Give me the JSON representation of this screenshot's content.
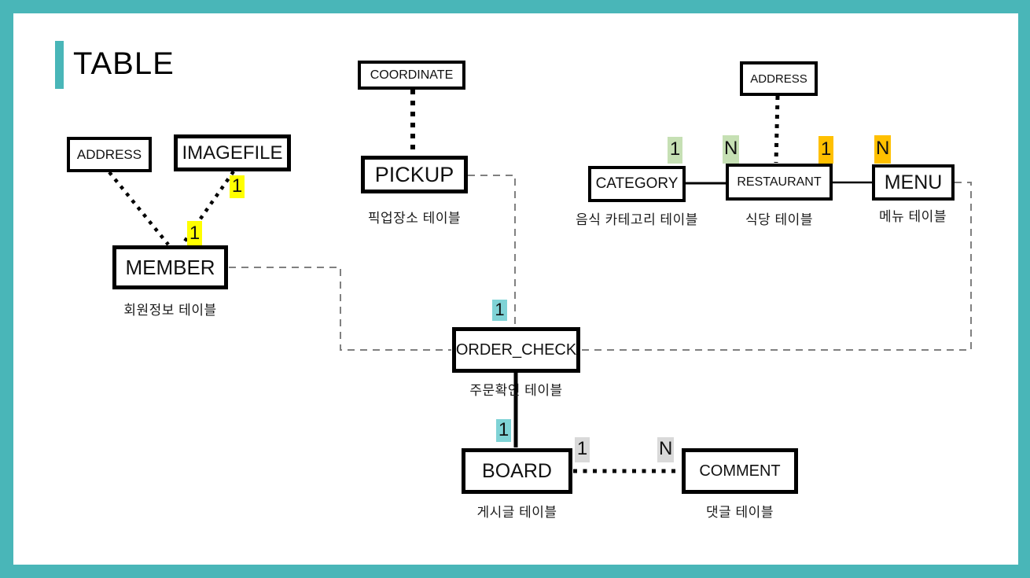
{
  "title": {
    "text": "TABLE"
  },
  "colors": {
    "frame_teal": "#49b6b8",
    "accent_teal": "#49b6b8",
    "highlight_yellow": "#ffff00",
    "highlight_green": "#c6e0b4",
    "highlight_orange": "#ffc000",
    "highlight_teal": "#7fd3d6",
    "highlight_gray": "#d9d9d9",
    "dashed_line_gray": "#808080",
    "line_black": "#000000"
  },
  "tables": [
    {
      "id": "address-member",
      "label": "ADDRESS",
      "caption": ""
    },
    {
      "id": "imagefile",
      "label": "IMAGEFILE",
      "caption": ""
    },
    {
      "id": "member",
      "label": "MEMBER",
      "caption": "회원정보 테이블"
    },
    {
      "id": "coordinate",
      "label": "COORDINATE",
      "caption": ""
    },
    {
      "id": "pickup",
      "label": "PICKUP",
      "caption": "픽업장소 테이블"
    },
    {
      "id": "category",
      "label": "CATEGORY",
      "caption": "음식 카테고리 테이블"
    },
    {
      "id": "restaurant",
      "label": "RESTAURANT",
      "caption": "식당 테이블"
    },
    {
      "id": "address-restaurant",
      "label": "ADDRESS",
      "caption": ""
    },
    {
      "id": "menu",
      "label": "MENU",
      "caption": "메뉴 테이블"
    },
    {
      "id": "order_check",
      "label": "ORDER_CHECK",
      "caption": "주문확인 테이블"
    },
    {
      "id": "board",
      "label": "BOARD",
      "caption": "게시글 테이블"
    },
    {
      "id": "comment",
      "label": "COMMENT",
      "caption": "댓글 테이블"
    }
  ],
  "cardinalities": [
    {
      "text": "1",
      "highlight": "yellow",
      "relation": "imagefile-to-member-upper"
    },
    {
      "text": "1",
      "highlight": "yellow",
      "relation": "imagefile-to-member-lower"
    },
    {
      "text": "1",
      "highlight": "green",
      "relation": "category-side"
    },
    {
      "text": "N",
      "highlight": "green",
      "relation": "restaurant-side-left"
    },
    {
      "text": "1",
      "highlight": "orange",
      "relation": "restaurant-side-right"
    },
    {
      "text": "N",
      "highlight": "orange",
      "relation": "menu-side"
    },
    {
      "text": "1",
      "highlight": "teal",
      "relation": "order-check-top"
    },
    {
      "text": "1",
      "highlight": "teal",
      "relation": "board-top"
    },
    {
      "text": "1",
      "highlight": "gray",
      "relation": "board-side"
    },
    {
      "text": "N",
      "highlight": "gray",
      "relation": "comment-side"
    }
  ]
}
